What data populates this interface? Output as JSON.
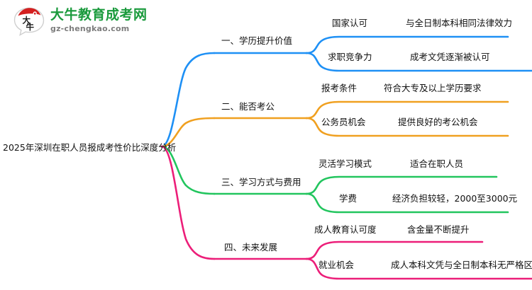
{
  "brand": {
    "logo_icon": "daniu-speech-bubble-logo",
    "name": "大牛教育成考网",
    "domain": "gz-chengkao.com",
    "mark_text": "大牛",
    "color": "#1a9a3c"
  },
  "mindmap": {
    "root": "2025年深圳在职人员报成考性价比深度分析",
    "branches": [
      {
        "label": "一、学历提升价值",
        "color": "#1e90f5",
        "leaves": [
          {
            "key": "国家认可",
            "value": "与全日制本科相同法律效力"
          },
          {
            "key": "求职竞争力",
            "value": "成考文凭逐渐被认可"
          }
        ]
      },
      {
        "label": "二、能否考公",
        "color": "#f0a020",
        "leaves": [
          {
            "key": "报考条件",
            "value": "符合大专及以上学历要求"
          },
          {
            "key": "公务员机会",
            "value": "提供良好的考公机会"
          }
        ]
      },
      {
        "label": "三、学习方式与费用",
        "color": "#22c55e",
        "leaves": [
          {
            "key": "灵活学习模式",
            "value": "适合在职人员"
          },
          {
            "key": "学费",
            "value": "经济负担较轻，2000至3000元"
          }
        ]
      },
      {
        "label": "四、未来发展",
        "color": "#ec1e79",
        "leaves": [
          {
            "key": "成人教育认可度",
            "value": "含金量不断提升"
          },
          {
            "key": "就业机会",
            "value": "成人本科文凭与全日制本科无严格区分"
          }
        ]
      }
    ]
  }
}
